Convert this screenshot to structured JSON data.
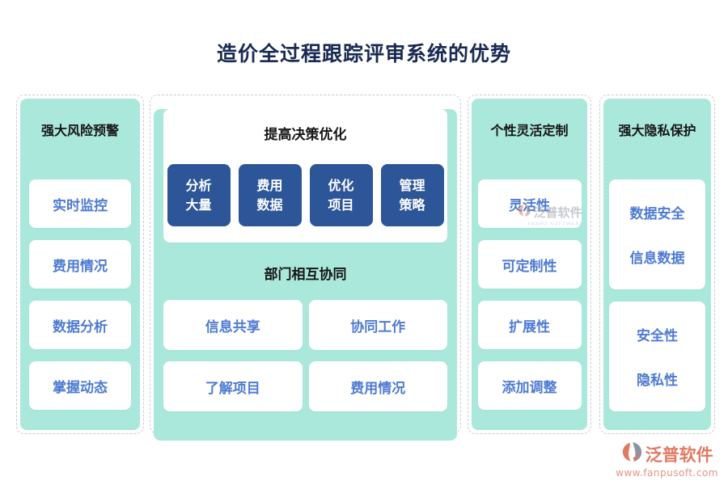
{
  "title": "造价全过程跟踪评审系统的优势",
  "columns": {
    "risk": {
      "header": "强大风险预警",
      "items": [
        "实时监控",
        "费用情况",
        "数据分析",
        "掌握动态"
      ]
    },
    "decision": {
      "card_header": "提高决策优化",
      "card_boxes": [
        {
          "line1": "分析",
          "line2": "大量"
        },
        {
          "line1": "费用",
          "line2": "数据"
        },
        {
          "line1": "优化",
          "line2": "项目"
        },
        {
          "line1": "管理",
          "line2": "策略"
        }
      ],
      "collab_header": "部门相互协同",
      "collab_items": [
        "信息共享",
        "协同工作",
        "了解项目",
        "费用情况"
      ]
    },
    "custom": {
      "header": "个性灵活定制",
      "items": [
        "灵活性",
        "可定制性",
        "扩展性",
        "添加调整"
      ]
    },
    "privacy": {
      "header": "强大隐私保护",
      "boxes": [
        {
          "line1": "数据安全",
          "line2": "信息数据"
        },
        {
          "line1": "安全性",
          "line2": "隐私性"
        }
      ]
    }
  },
  "watermark": {
    "brand": "泛普软件",
    "subtext": "FANPU SOFTWARE"
  },
  "footer": {
    "brand": "泛普软件",
    "url": "www.fanpusoft.com"
  },
  "colors": {
    "column_bg": "#abe8dc",
    "accent_dark_blue": "#2c5697",
    "item_text_blue": "#4e7bd2",
    "title_text": "#182a52",
    "logo_salmon": "#e07a63",
    "logo_gray": "#8e939c"
  }
}
